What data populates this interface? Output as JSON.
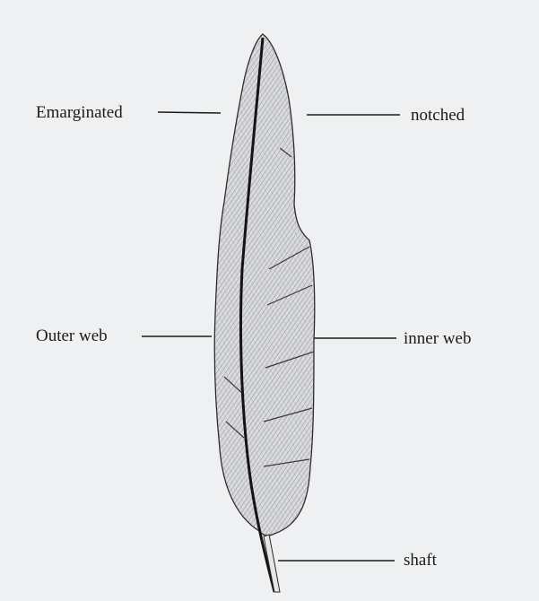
{
  "labels": {
    "emarginated": "Emarginated",
    "notched": "notched",
    "outer_web": "Outer web",
    "inner_web": "inner web",
    "shaft": "shaft"
  },
  "colors": {
    "paper": "#eef0f2",
    "ink": "#1a1a1a",
    "shading": "#6d6f72"
  }
}
